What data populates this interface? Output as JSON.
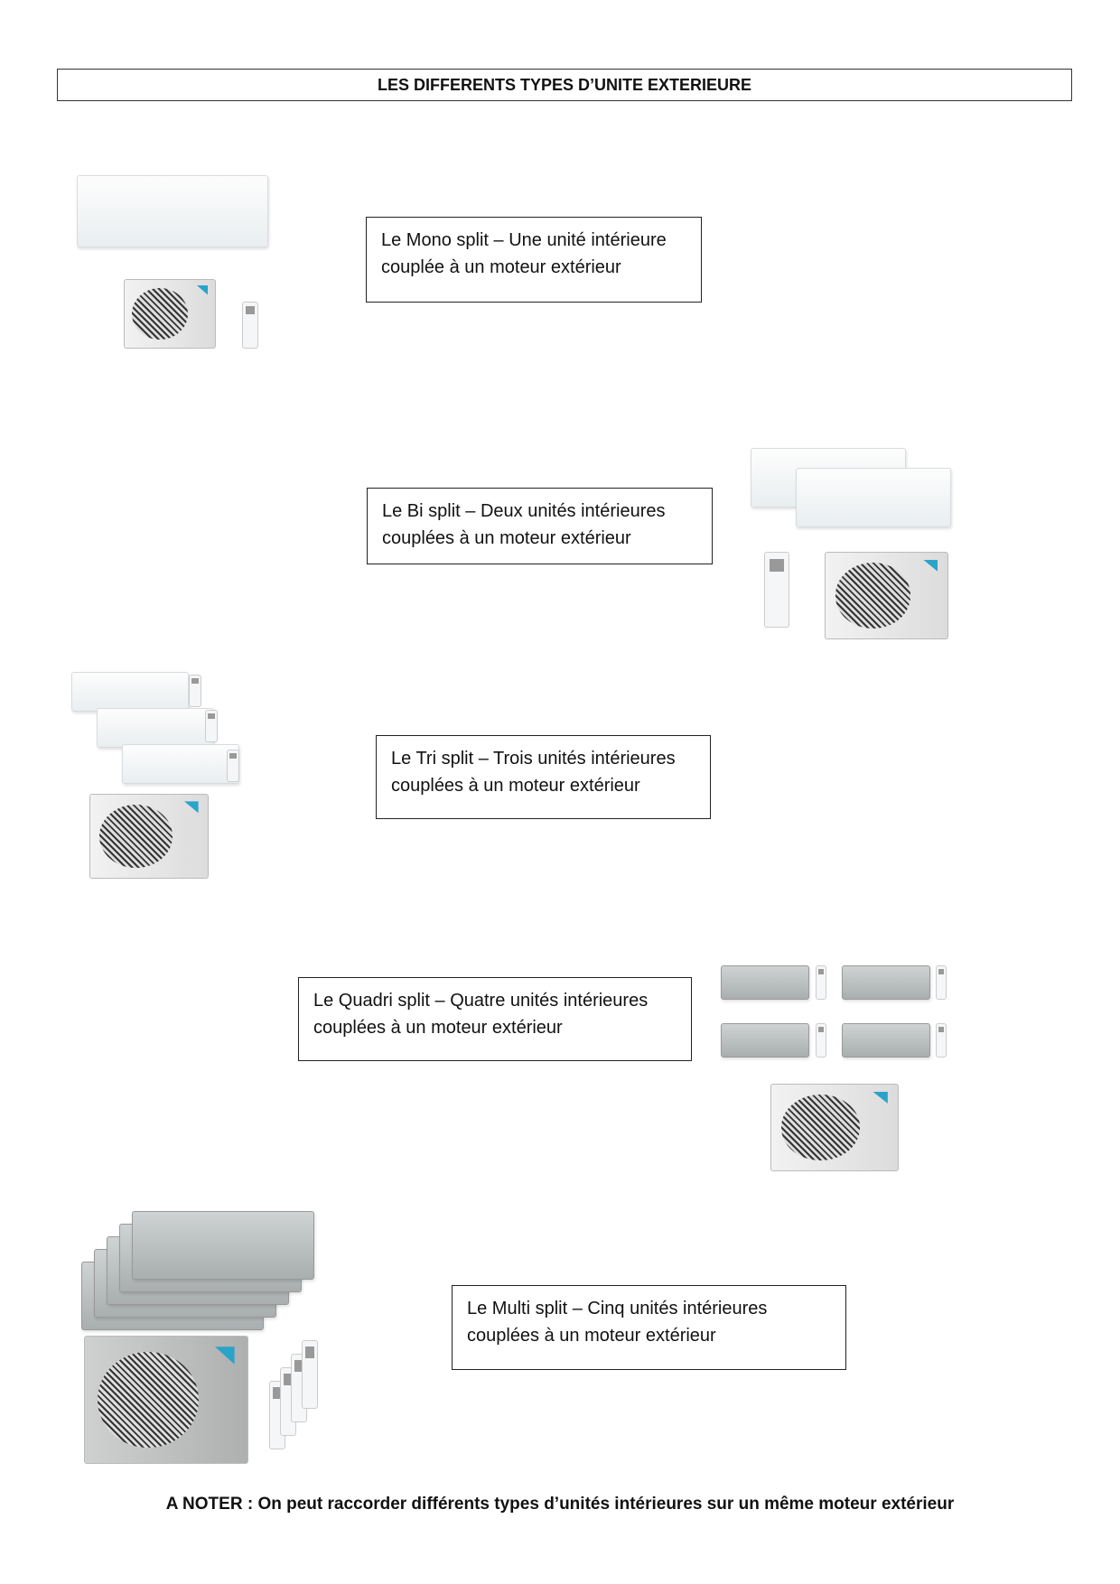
{
  "title": "LES DIFFERENTS TYPES D’UNITE EXTERIEURE",
  "sections": [
    {
      "line1": "Le Mono split – Une unité intérieure",
      "line2": "couplée à un moteur extérieur"
    },
    {
      "line1": "Le Bi split – Deux unités intérieures",
      "line2": "couplées à un moteur extérieur"
    },
    {
      "line1": "Le Tri split – Trois unités intérieures",
      "line2": "couplées à un moteur extérieur"
    },
    {
      "line1": "Le Quadri split – Quatre unités intérieures",
      "line2": "couplées à un moteur extérieur"
    },
    {
      "line1": "Le Multi split – Cinq unités intérieures",
      "line2": "couplées à un moteur extérieur"
    }
  ],
  "note": "A NOTER : On peut raccorder différents types d’unités intérieures sur un même moteur extérieur"
}
